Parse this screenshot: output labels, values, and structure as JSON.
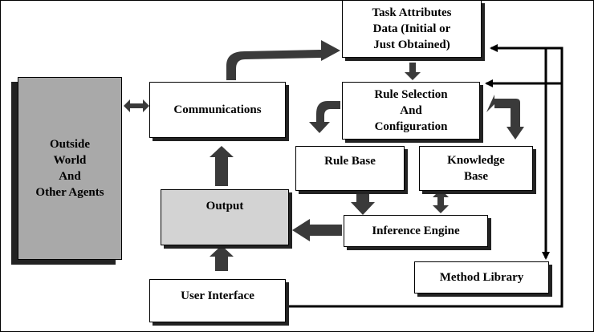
{
  "nodes": {
    "outside_world": "Outside\nWorld\nAnd\nOther Agents",
    "communications": "Communications",
    "task_attributes": "Task Attributes\nData (Initial or\nJust Obtained)",
    "rule_selection": "Rule Selection\nAnd\nConfiguration",
    "rule_base": "Rule Base",
    "knowledge_base": "Knowledge\nBase",
    "output": "Output",
    "inference_engine": "Inference Engine",
    "method_library": "Method Library",
    "user_interface": "User Interface"
  },
  "colors": {
    "outside_fill": "#a9a9a9",
    "output_fill": "#d3d3d3",
    "arrow_fill": "#3a3a3a",
    "line": "#000000"
  }
}
